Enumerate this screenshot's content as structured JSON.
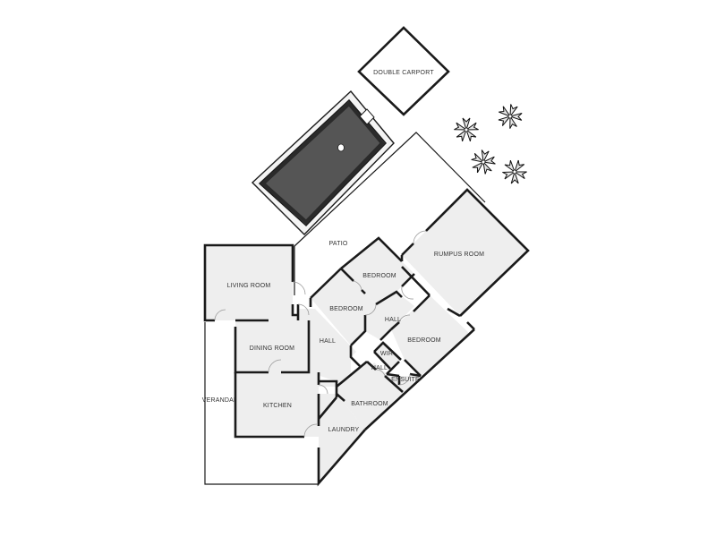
{
  "rooms": {
    "double_carport": "DOUBLE CARPORT",
    "patio": "PATIO",
    "rumpus_room": "RUMPUS ROOM",
    "living_room": "LIVING ROOM",
    "bedroom_top": "BEDROOM",
    "bedroom_mid": "BEDROOM",
    "bedroom_right": "BEDROOM",
    "hall_left": "HALL",
    "hall_upper": "HALL",
    "hall_lower": "HALL",
    "dining_room": "DINING ROOM",
    "wir": "WIR",
    "ensuite": "ENSUITE",
    "verandah": "VERANDAH",
    "kitchen": "KITCHEN",
    "bathroom": "BATHROOM",
    "laundry": "LAUNDRY"
  },
  "features": {
    "pool_icon": "pool",
    "plant_icon": "plant"
  }
}
